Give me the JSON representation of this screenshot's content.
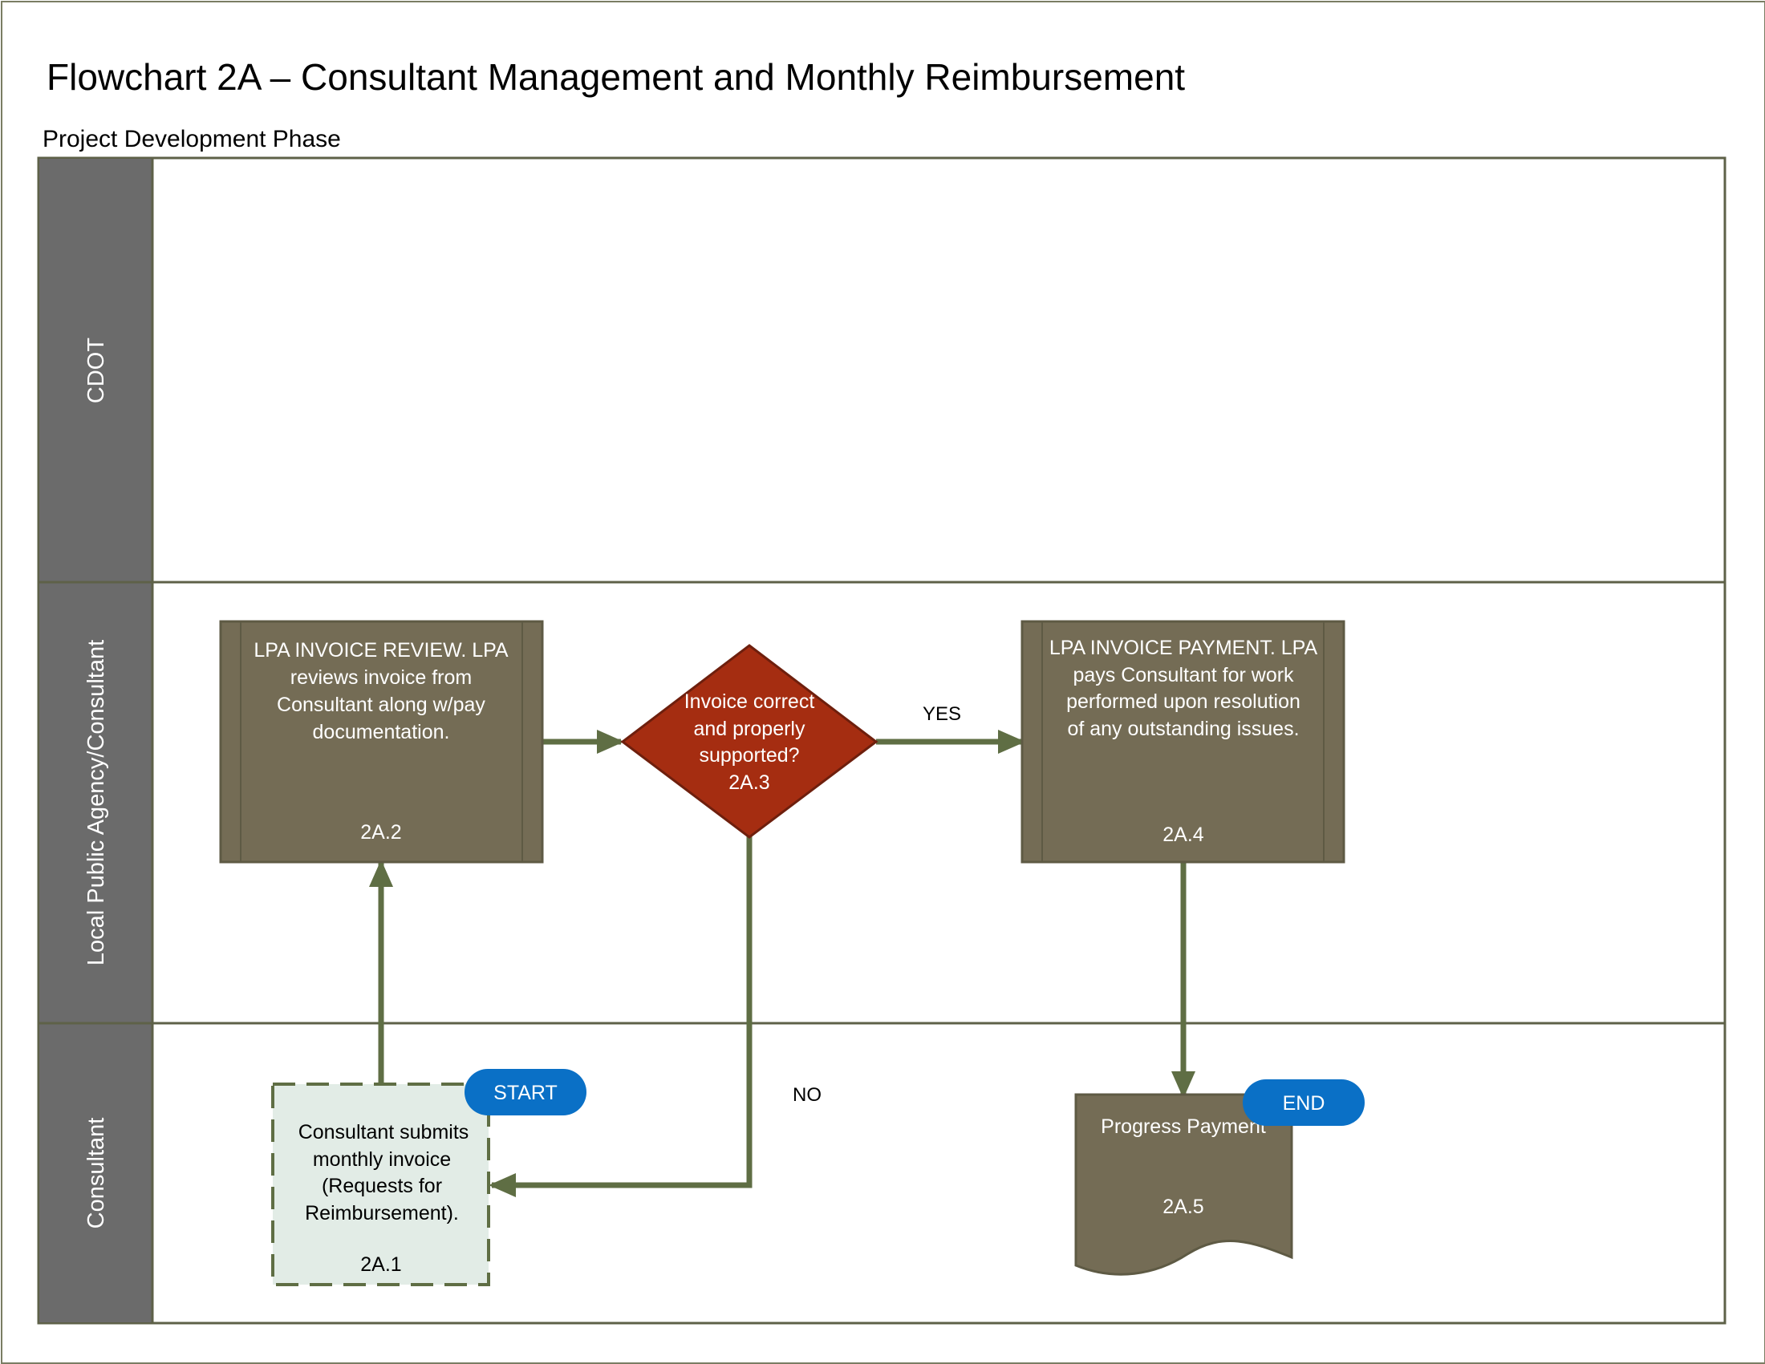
{
  "title": "Flowchart 2A – Consultant Management and Monthly Reimbursement",
  "subtitle": "Project Development Phase",
  "colors": {
    "frame": "#5e6148",
    "lane_header": "#6b6b6b",
    "process_fill": "#746c55",
    "decision_fill": "#a52d11",
    "start_fill": "#e2ece6",
    "connector": "#5f6e44",
    "terminator": "#0a70c6"
  },
  "lanes": [
    {
      "label": "CDOT"
    },
    {
      "label": "Local Public Agency/Consultant"
    },
    {
      "label": "Consultant"
    }
  ],
  "nodes": {
    "n_2a1": {
      "lines": [
        "Consultant submits",
        "monthly invoice",
        "(Requests for",
        "Reimbursement)."
      ],
      "id": "2A.1"
    },
    "n_2a2": {
      "lines": [
        "LPA INVOICE REVIEW. LPA",
        "reviews invoice from",
        "Consultant along w/pay",
        "documentation."
      ],
      "id": "2A.2"
    },
    "n_2a3": {
      "lines": [
        "Invoice correct",
        "and properly",
        "supported?"
      ],
      "id": "2A.3"
    },
    "n_2a4": {
      "lines": [
        "LPA INVOICE PAYMENT. LPA",
        "pays Consultant for work",
        "performed upon resolution",
        "of any outstanding issues."
      ],
      "id": "2A.4"
    },
    "n_2a5": {
      "lines": [
        "Progress Payment"
      ],
      "id": "2A.5"
    }
  },
  "terminators": {
    "start": "START",
    "end": "END"
  },
  "edges": {
    "yes": "YES",
    "no": "NO"
  },
  "icons": {
    "arrowhead": "arrowhead-icon"
  }
}
